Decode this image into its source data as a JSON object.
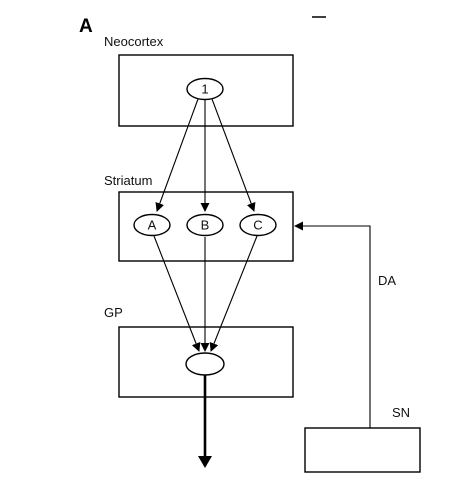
{
  "panel_label": "A",
  "regions": {
    "neocortex": "Neocortex",
    "striatum": "Striatum",
    "gp": "GP",
    "sn": "SN"
  },
  "nodes": {
    "cortex": "1",
    "striatum_a": "A",
    "striatum_b": "B",
    "striatum_c": "C",
    "gp": ""
  },
  "edge_labels": {
    "dopamine": "DA"
  },
  "colors": {
    "ink": "#000000",
    "background": "#ffffff"
  }
}
